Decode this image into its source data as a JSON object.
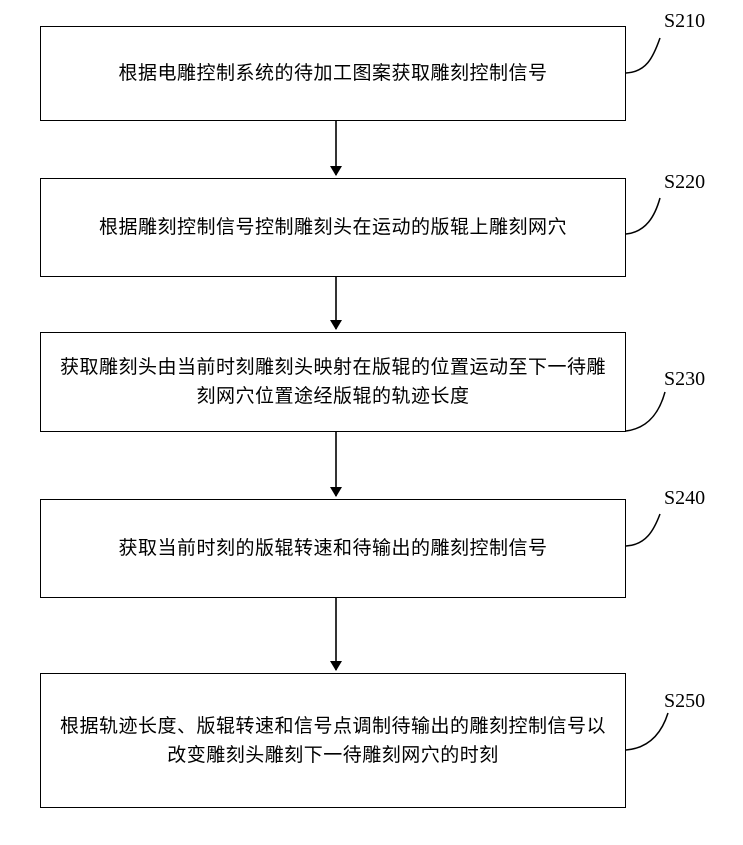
{
  "steps": [
    {
      "id": "S210",
      "text": "根据电雕控制系统的待加工图案获取雕刻控制信号"
    },
    {
      "id": "S220",
      "text": "根据雕刻控制信号控制雕刻头在运动的版辊上雕刻网穴"
    },
    {
      "id": "S230",
      "text": "获取雕刻头由当前时刻雕刻头映射在版辊的位置运动至下一待雕刻网穴位置途经版辊的轨迹长度"
    },
    {
      "id": "S240",
      "text": "获取当前时刻的版辊转速和待输出的雕刻控制信号"
    },
    {
      "id": "S250",
      "text": "根据轨迹长度、版辊转速和信号点调制待输出的雕刻控制信号以改变雕刻头雕刻下一待雕刻网穴的时刻"
    }
  ]
}
